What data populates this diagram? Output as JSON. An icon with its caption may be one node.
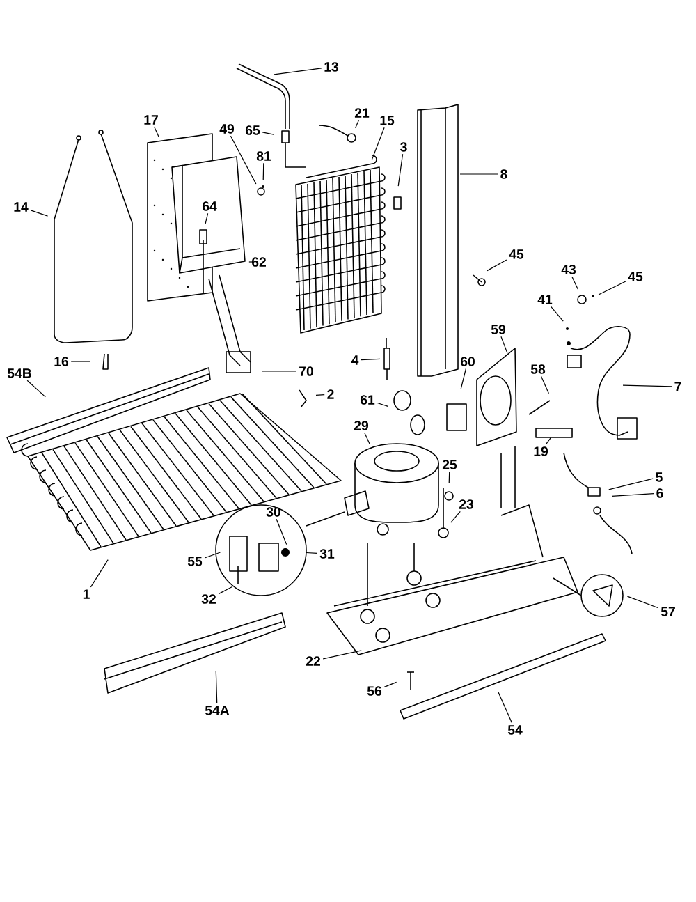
{
  "diagram": {
    "nodes": [
      {
        "text": [
          "13"
        ]
      },
      {
        "text": [
          "21"
        ]
      },
      {
        "text": [
          "17"
        ]
      },
      {
        "text": [
          "15"
        ]
      },
      {
        "text": [
          "49"
        ]
      },
      {
        "text": [
          "65"
        ]
      },
      {
        "text": [
          "81"
        ]
      },
      {
        "text": [
          "8"
        ]
      },
      {
        "text": [
          "3"
        ]
      },
      {
        "text": [
          "14"
        ]
      },
      {
        "text": [
          "64"
        ]
      },
      {
        "text": [
          "45"
        ]
      },
      {
        "text": [
          "62"
        ]
      },
      {
        "text": [
          "43"
        ]
      },
      {
        "text": [
          "45"
        ]
      },
      {
        "text": [
          "41"
        ]
      },
      {
        "text": [
          "59"
        ]
      },
      {
        "text": [
          "16"
        ]
      },
      {
        "text": [
          "4"
        ]
      },
      {
        "text": [
          "60"
        ]
      },
      {
        "text": [
          "70"
        ]
      },
      {
        "text": [
          "58"
        ]
      },
      {
        "text": [
          "54B"
        ]
      },
      {
        "text": [
          "2"
        ]
      },
      {
        "text": [
          "7"
        ]
      },
      {
        "text": [
          "61"
        ]
      },
      {
        "text": [
          "29"
        ]
      },
      {
        "text": [
          "19"
        ]
      },
      {
        "text": [
          "25"
        ]
      },
      {
        "text": [
          "5"
        ]
      },
      {
        "text": [
          "6"
        ]
      },
      {
        "text": [
          "23"
        ]
      },
      {
        "text": [
          "30"
        ]
      },
      {
        "text": [
          "31"
        ]
      },
      {
        "text": [
          "55"
        ]
      },
      {
        "text": [
          "1"
        ]
      },
      {
        "text": [
          "32"
        ]
      },
      {
        "text": [
          "57"
        ]
      },
      {
        "text": [
          "22"
        ]
      },
      {
        "text": [
          "56"
        ]
      },
      {
        "text": [
          "54A"
        ]
      },
      {
        "text": [
          "54"
        ]
      }
    ],
    "edges": [
      {
        "from": 0,
        "to": null,
        "arrow": "none"
      },
      {
        "from": 1,
        "to": null,
        "arrow": "none"
      },
      {
        "from": 2,
        "to": null,
        "arrow": "none"
      },
      {
        "from": 3,
        "to": null,
        "arrow": "none"
      },
      {
        "from": 4,
        "to": null,
        "arrow": "none"
      },
      {
        "from": 5,
        "to": null,
        "arrow": "none"
      },
      {
        "from": 6,
        "to": null,
        "arrow": "none"
      },
      {
        "from": 7,
        "to": null,
        "arrow": "none"
      },
      {
        "from": 8,
        "to": null,
        "arrow": "none"
      },
      {
        "from": 9,
        "to": null,
        "arrow": "none"
      },
      {
        "from": 10,
        "to": null,
        "arrow": "none"
      },
      {
        "from": 11,
        "to": null,
        "arrow": "none"
      },
      {
        "from": 12,
        "to": null,
        "arrow": "none"
      },
      {
        "from": 13,
        "to": null,
        "arrow": "none"
      },
      {
        "from": 14,
        "to": null,
        "arrow": "none"
      },
      {
        "from": 15,
        "to": null,
        "arrow": "none"
      },
      {
        "from": 16,
        "to": null,
        "arrow": "none"
      },
      {
        "from": 17,
        "to": null,
        "arrow": "none"
      },
      {
        "from": 18,
        "to": null,
        "arrow": "none"
      },
      {
        "from": 19,
        "to": null,
        "arrow": "none"
      },
      {
        "from": 20,
        "to": null,
        "arrow": "none"
      },
      {
        "from": 21,
        "to": null,
        "arrow": "none"
      },
      {
        "from": 22,
        "to": null,
        "arrow": "none"
      },
      {
        "from": 23,
        "to": null,
        "arrow": "none"
      },
      {
        "from": 24,
        "to": null,
        "arrow": "none"
      },
      {
        "from": 25,
        "to": null,
        "arrow": "none"
      },
      {
        "from": 26,
        "to": null,
        "arrow": "none"
      },
      {
        "from": 27,
        "to": null,
        "arrow": "none"
      },
      {
        "from": 28,
        "to": null,
        "arrow": "none"
      },
      {
        "from": 29,
        "to": null,
        "arrow": "none"
      },
      {
        "from": 30,
        "to": null,
        "arrow": "none"
      },
      {
        "from": 31,
        "to": null,
        "arrow": "none"
      },
      {
        "from": 32,
        "to": null,
        "arrow": "none"
      },
      {
        "from": 33,
        "to": null,
        "arrow": "none"
      },
      {
        "from": 34,
        "to": null,
        "arrow": "none"
      },
      {
        "from": 35,
        "to": null,
        "arrow": "none"
      },
      {
        "from": 36,
        "to": null,
        "arrow": "none"
      },
      {
        "from": 37,
        "to": null,
        "arrow": "none"
      },
      {
        "from": 38,
        "to": null,
        "arrow": "none"
      },
      {
        "from": 39,
        "to": null,
        "arrow": "none"
      },
      {
        "from": 40,
        "to": null,
        "arrow": "none"
      },
      {
        "from": 41,
        "to": null,
        "arrow": "none"
      }
    ]
  }
}
